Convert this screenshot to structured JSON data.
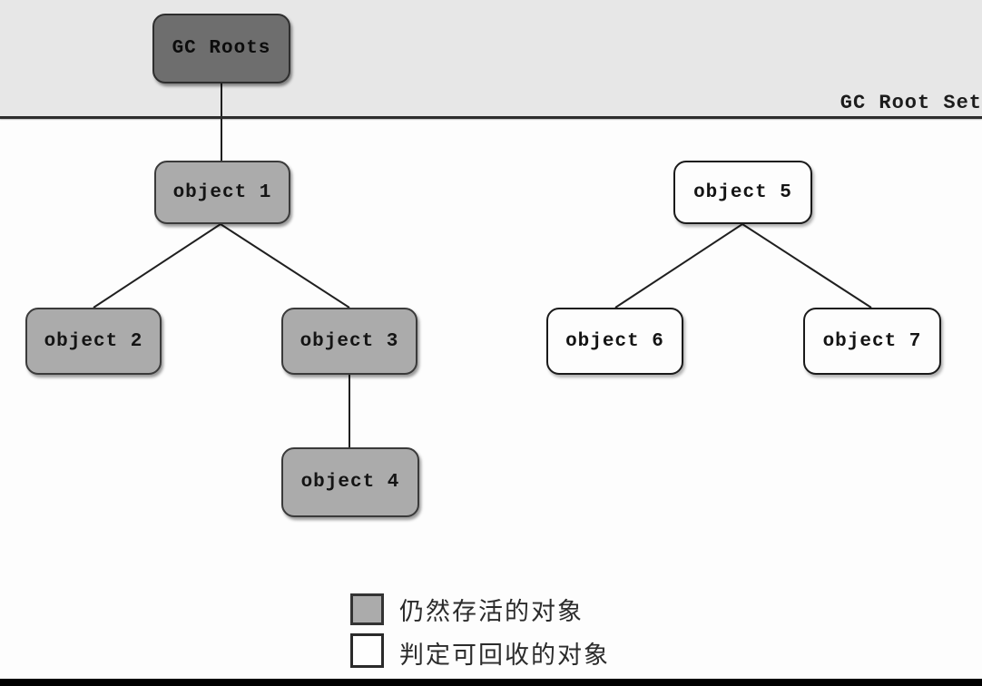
{
  "diagram": {
    "region_label": "GC Root Set",
    "nodes": [
      {
        "id": "gc-roots",
        "label": "GC Roots",
        "status": "root"
      },
      {
        "id": "object-1",
        "label": "object 1",
        "status": "alive"
      },
      {
        "id": "object-2",
        "label": "object 2",
        "status": "alive"
      },
      {
        "id": "object-3",
        "label": "object 3",
        "status": "alive"
      },
      {
        "id": "object-4",
        "label": "object 4",
        "status": "alive"
      },
      {
        "id": "object-5",
        "label": "object 5",
        "status": "recyclable"
      },
      {
        "id": "object-6",
        "label": "object 6",
        "status": "recyclable"
      },
      {
        "id": "object-7",
        "label": "object 7",
        "status": "recyclable"
      }
    ],
    "edges": [
      {
        "from": "gc-roots",
        "to": "object-1"
      },
      {
        "from": "object-1",
        "to": "object-2"
      },
      {
        "from": "object-1",
        "to": "object-3"
      },
      {
        "from": "object-3",
        "to": "object-4"
      },
      {
        "from": "object-5",
        "to": "object-6"
      },
      {
        "from": "object-5",
        "to": "object-7"
      }
    ],
    "legend": [
      {
        "swatch": "alive",
        "label": "仍然存活的对象"
      },
      {
        "swatch": "recyclable",
        "label": "判定可回收的对象"
      }
    ],
    "colors": {
      "root_fill": "#6e6e6e",
      "alive_fill": "#ababab",
      "recyclable_fill": "#fdfdfd",
      "band_background": "#e7e7e7",
      "edge_stroke": "#1f1f1f",
      "bottom_bar": "#000000"
    }
  }
}
